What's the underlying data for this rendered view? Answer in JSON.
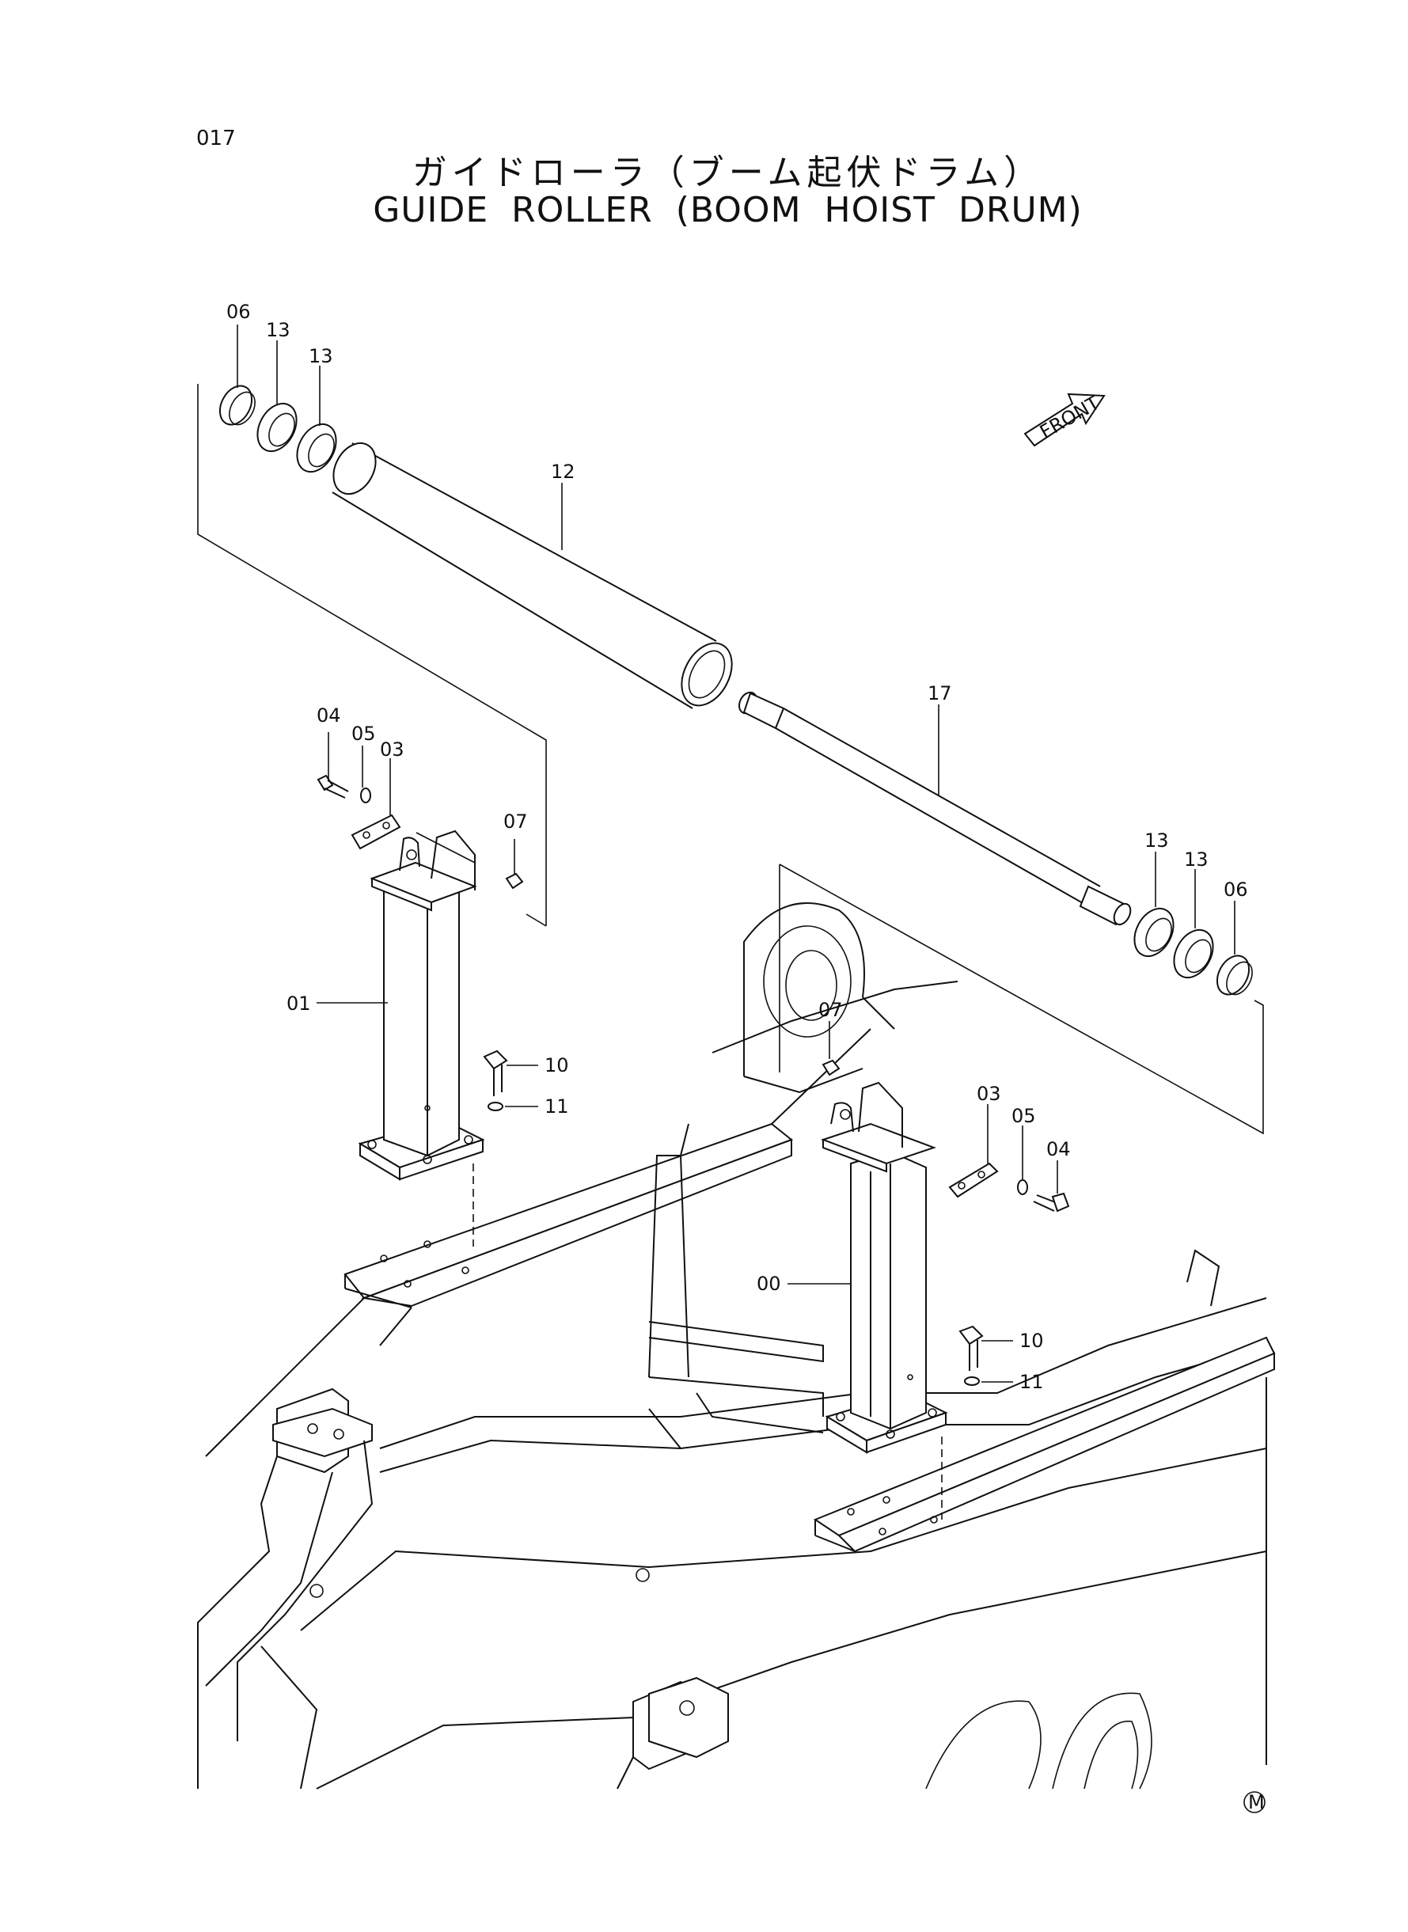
{
  "page_number": "017",
  "title_jp": "ガイドローラ（ブーム起伏ドラム）",
  "title_en": "GUIDE ROLLER (BOOM HOIST DRUM)",
  "front_label": "FRONT",
  "mark": "M",
  "callouts": {
    "c06a": "06",
    "c13a": "13",
    "c13b": "13",
    "c12": "12",
    "c17": "17",
    "c04a": "04",
    "c05a": "05",
    "c03a": "03",
    "c07a": "07",
    "c01": "01",
    "c10a": "10",
    "c11a": "11",
    "c13c": "13",
    "c13d": "13",
    "c06b": "06",
    "c07b": "07",
    "c03b": "03",
    "c05b": "05",
    "c04b": "04",
    "c00": "00",
    "c10b": "10",
    "c11b": "11"
  }
}
